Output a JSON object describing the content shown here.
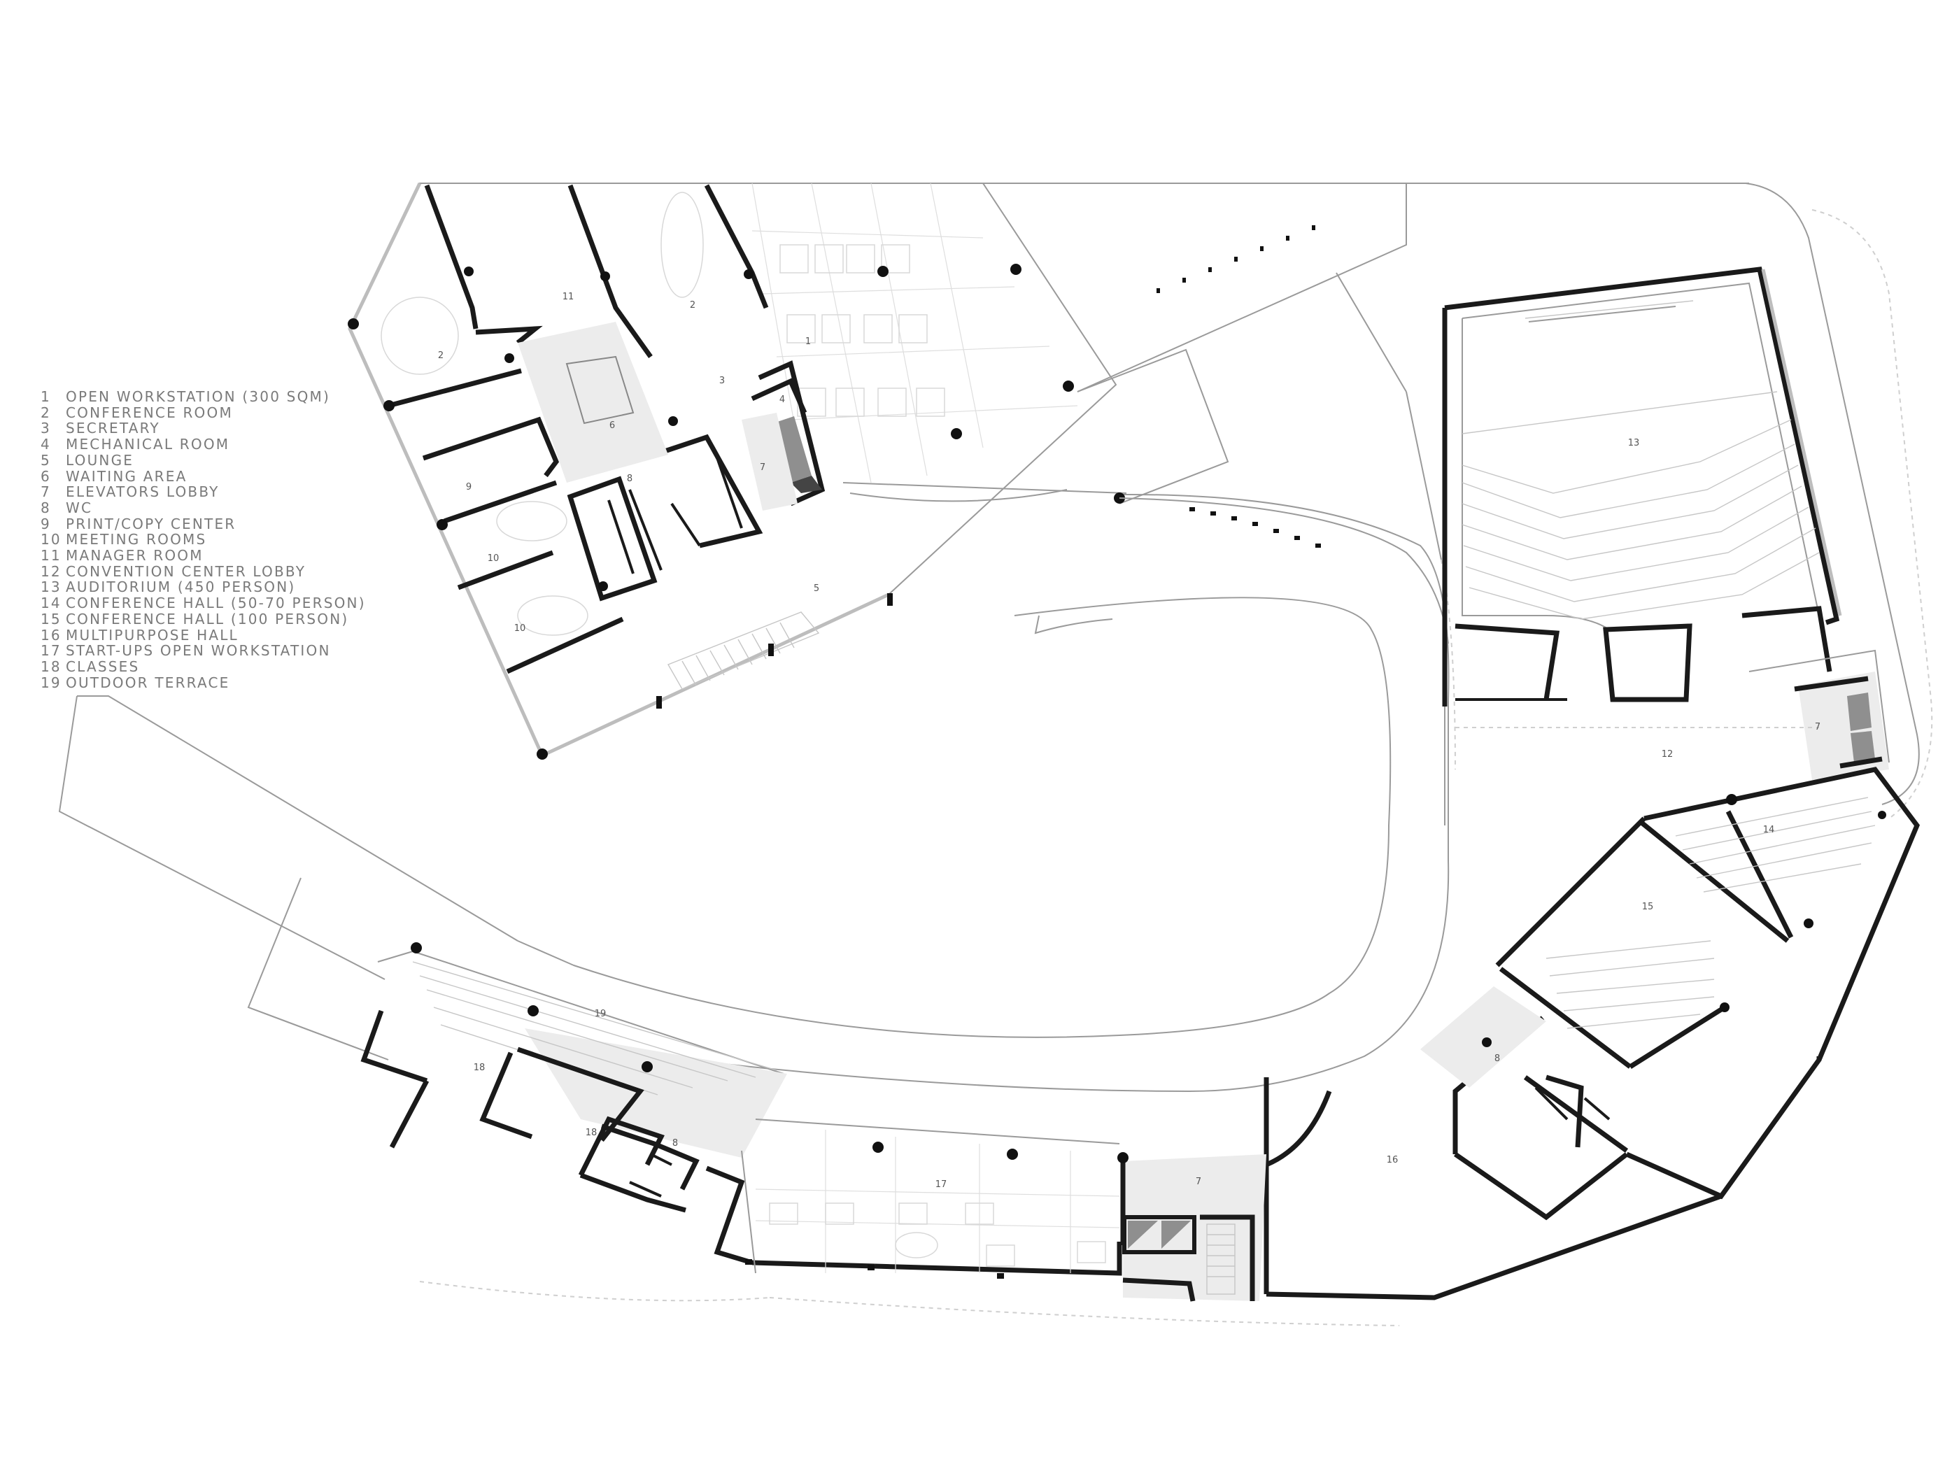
{
  "legend": [
    {
      "num": "1",
      "label": "OPEN WORKSTATION (300 SQM)"
    },
    {
      "num": "2",
      "label": "CONFERENCE ROOM"
    },
    {
      "num": "3",
      "label": "SECRETARY"
    },
    {
      "num": "4",
      "label": "MECHANICAL ROOM"
    },
    {
      "num": "5",
      "label": "LOUNGE"
    },
    {
      "num": "6",
      "label": "WAITING AREA"
    },
    {
      "num": "7",
      "label": "ELEVATORS LOBBY"
    },
    {
      "num": "8",
      "label": "WC"
    },
    {
      "num": "9",
      "label": "PRINT/COPY CENTER"
    },
    {
      "num": "10",
      "label": "MEETING ROOMS"
    },
    {
      "num": "11",
      "label": "MANAGER ROOM"
    },
    {
      "num": "12",
      "label": "CONVENTION CENTER LOBBY"
    },
    {
      "num": "13",
      "label": "AUDITORIUM (450 PERSON)"
    },
    {
      "num": "14",
      "label": "CONFERENCE HALL (50-70 PERSON)"
    },
    {
      "num": "15",
      "label": "CONFERENCE HALL (100 PERSON)"
    },
    {
      "num": "16",
      "label": "MULTIPURPOSE HALL"
    },
    {
      "num": "17",
      "label": "START-UPS OPEN WORKSTATION"
    },
    {
      "num": "18",
      "label": "CLASSES"
    },
    {
      "num": "19",
      "label": "OUTDOOR TERRACE"
    }
  ],
  "room_tags": {
    "r1": "1",
    "r2a": "2",
    "r2b": "2",
    "r3": "3",
    "r4": "4",
    "r5": "5",
    "r6": "6",
    "r7a": "7",
    "r7b": "7",
    "r7c": "7",
    "r8a": "8",
    "r8b": "8",
    "r8c": "8",
    "r9": "9",
    "r10a": "10",
    "r10b": "10",
    "r11": "11",
    "r12": "12",
    "r13": "13",
    "r14": "14",
    "r15": "15",
    "r16": "16",
    "r17": "17",
    "r18a": "18",
    "r18b": "18",
    "r19": "19"
  }
}
